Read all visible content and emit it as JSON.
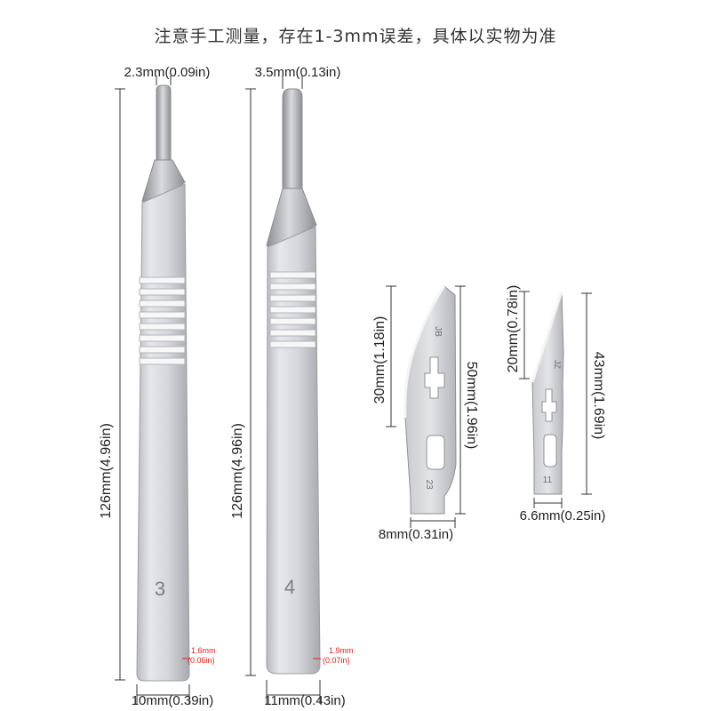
{
  "note": "注意手工测量，存在1-3mm误差，具体以实物为准",
  "handle3": {
    "tip_width": "2.3mm(0.09in)",
    "length": "126mm(4.96in)",
    "width": "10mm(0.39in)",
    "thickness_mm": "1.6mm",
    "thickness_in": "(0.06in)",
    "number": "3"
  },
  "handle4": {
    "tip_width": "3.5mm(0.13in)",
    "length": "126mm(4.96in)",
    "width": "11mm(0.43in)",
    "thickness_mm": "1.9mm",
    "thickness_in": "(0.07in)",
    "number": "4"
  },
  "blade23": {
    "length": "50mm(1.96in)",
    "cutting_edge": "30mm(1.18in)",
    "width": "8mm(0.31in)",
    "brand": "JB",
    "number": "23"
  },
  "blade11": {
    "length": "43mm(1.69in)",
    "cutting_edge": "20mm(0.78in)",
    "width": "6.6mm(0.25in)",
    "brand": "JZ",
    "number": "11"
  },
  "colors": {
    "measure": "#333333",
    "highlight": "#e0201b",
    "steel_light": "#dcdde0",
    "steel_dark": "#a9abb0"
  }
}
